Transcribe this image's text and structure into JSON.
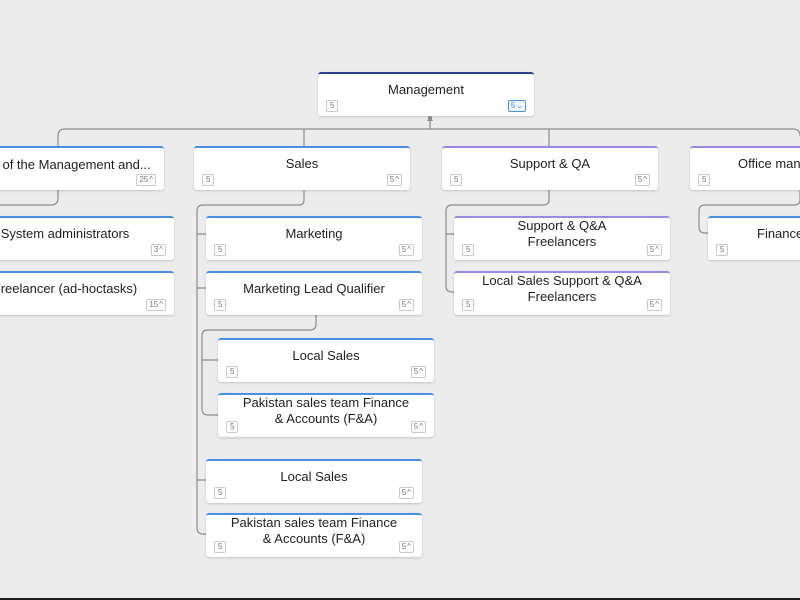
{
  "nodes": {
    "management": {
      "label": "Management",
      "count": "5",
      "children_count": "5"
    },
    "director": {
      "label": "Director of the Management and...",
      "count": "",
      "children_count": "25"
    },
    "sysadmins": {
      "label": "System administrators",
      "count": "",
      "children_count": "3"
    },
    "freelancer": {
      "label": "Freelancer (ad-hoctasks)",
      "count": "",
      "children_count": "15"
    },
    "sales": {
      "label": "Sales",
      "count": "5",
      "children_count": "5"
    },
    "marketing": {
      "label": "Marketing",
      "count": "5",
      "children_count": "5"
    },
    "mlq": {
      "label": "Marketing Lead Qualifier",
      "count": "5",
      "children_count": "5"
    },
    "local_sales_a": {
      "label": "Local Sales",
      "count": "5",
      "children_count": "5"
    },
    "pak_sales_a": {
      "label": "Pakistan sales team Finance & Accounts (F&A)",
      "count": "5",
      "children_count": "5"
    },
    "local_sales_b": {
      "label": "Local Sales",
      "count": "5",
      "children_count": "5"
    },
    "pak_sales_b": {
      "label": "Pakistan sales team Finance & Accounts (F&A)",
      "count": "5",
      "children_count": "5"
    },
    "support_qa": {
      "label": "Support & QA",
      "count": "5",
      "children_count": "5"
    },
    "support_freelancers": {
      "label": "Support & Q&A Freelancers",
      "count": "5",
      "children_count": "5"
    },
    "local_sales_support": {
      "label": "Local Sales Support & Q&A Freelancers",
      "count": "5",
      "children_count": "5"
    },
    "office_manager": {
      "label": "Office manager",
      "count": "5",
      "children_count": ""
    },
    "finance": {
      "label": "Finance",
      "count": "5",
      "children_count": ""
    }
  },
  "colors": {
    "connector": "#8c8c8c",
    "accent_blue": "#4a90e2",
    "accent_purple": "#9b8be0",
    "accent_navy": "#2c3f8c"
  }
}
